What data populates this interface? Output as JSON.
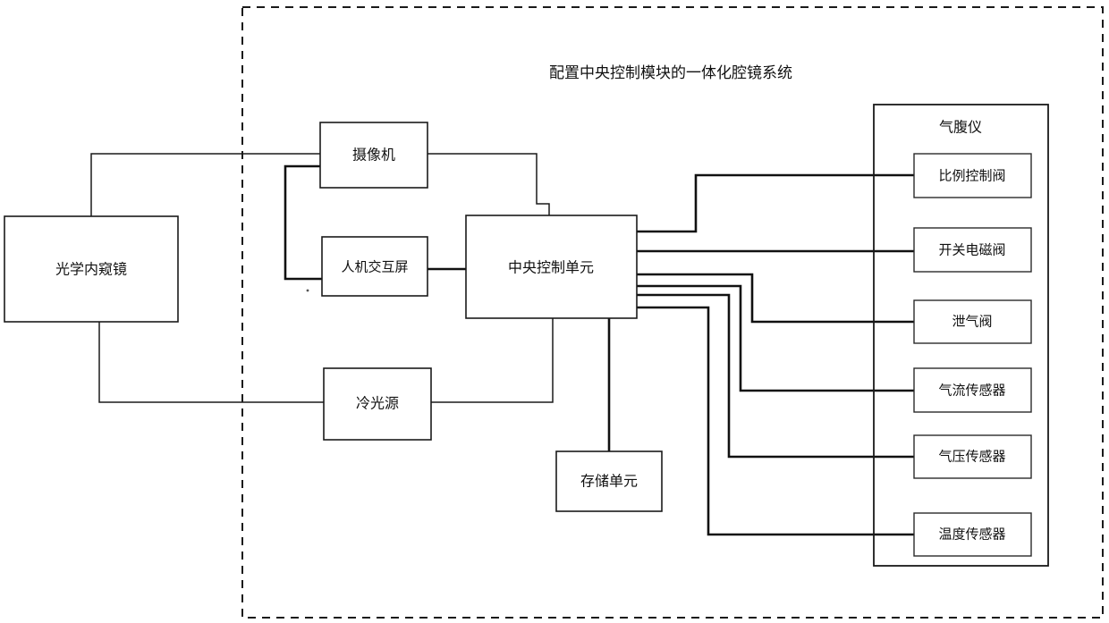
{
  "diagram": {
    "title": "配置中央控制模块的一体化腔镜系统",
    "boundary_label": "system-boundary",
    "external_nodes": [
      {
        "id": "endoscope",
        "label": "光学内窥镜"
      }
    ],
    "internal_nodes": [
      {
        "id": "camera",
        "label": "摄像机"
      },
      {
        "id": "hmi-screen",
        "label": "人机交互屏"
      },
      {
        "id": "central-control-unit",
        "label": "中央控制单元"
      },
      {
        "id": "cold-light-source",
        "label": "冷光源"
      },
      {
        "id": "storage-unit",
        "label": "存储单元"
      }
    ],
    "insufflator": {
      "label": "气腹仪",
      "components": [
        {
          "id": "proportional-control-valve",
          "label": "比例控制阀"
        },
        {
          "id": "on-off-solenoid-valve",
          "label": "开关电磁阀"
        },
        {
          "id": "deflation-valve",
          "label": "泄气阀"
        },
        {
          "id": "gas-flow-sensor",
          "label": "气流传感器"
        },
        {
          "id": "gas-pressure-sensor",
          "label": "气压传感器"
        },
        {
          "id": "temperature-sensor",
          "label": "温度传感器"
        }
      ]
    },
    "colors": {
      "stroke": "#1a1a1a",
      "background": "#ffffff",
      "text": "#111111"
    }
  }
}
